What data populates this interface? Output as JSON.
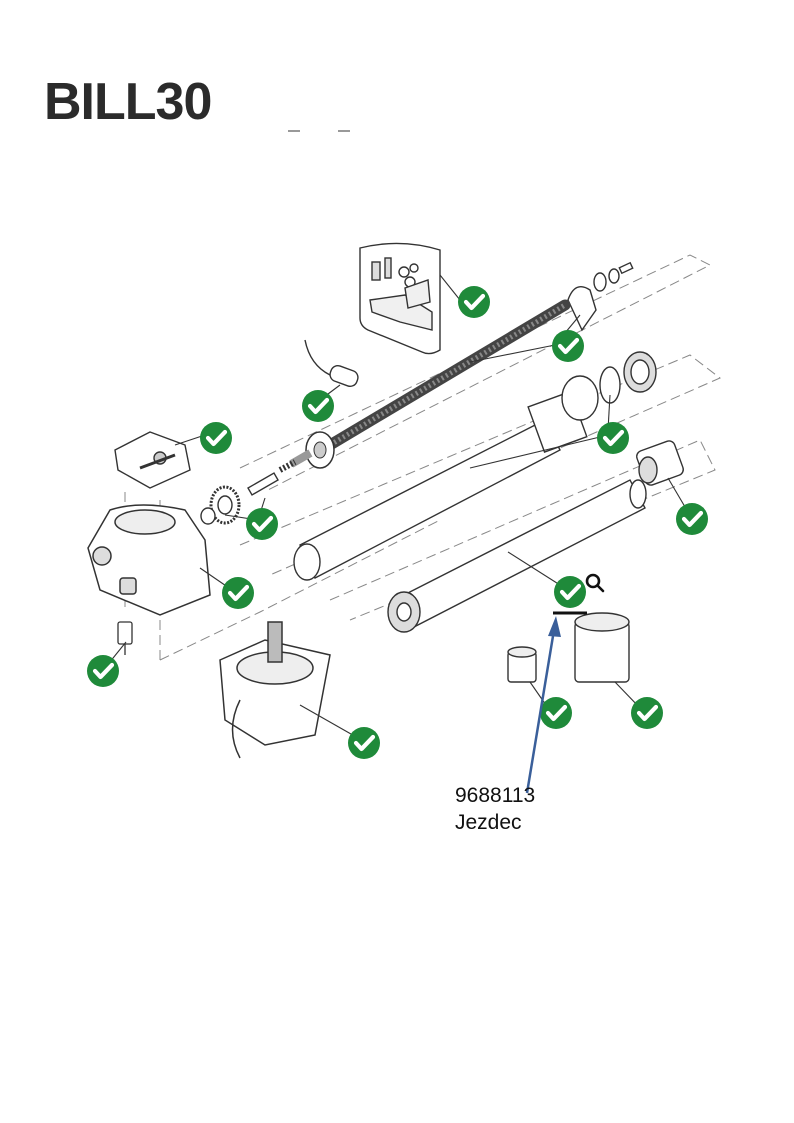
{
  "title": "BILL30",
  "callout": {
    "part_number": "9688113",
    "part_name": "Jezdec",
    "arrow_color": "#3a5f9a"
  },
  "colors": {
    "check": "#1f8a3a",
    "line": "#333333",
    "dash": "#888888"
  },
  "icons": {
    "check": "check-circle-icon",
    "zoom": "magnifier-icon"
  }
}
